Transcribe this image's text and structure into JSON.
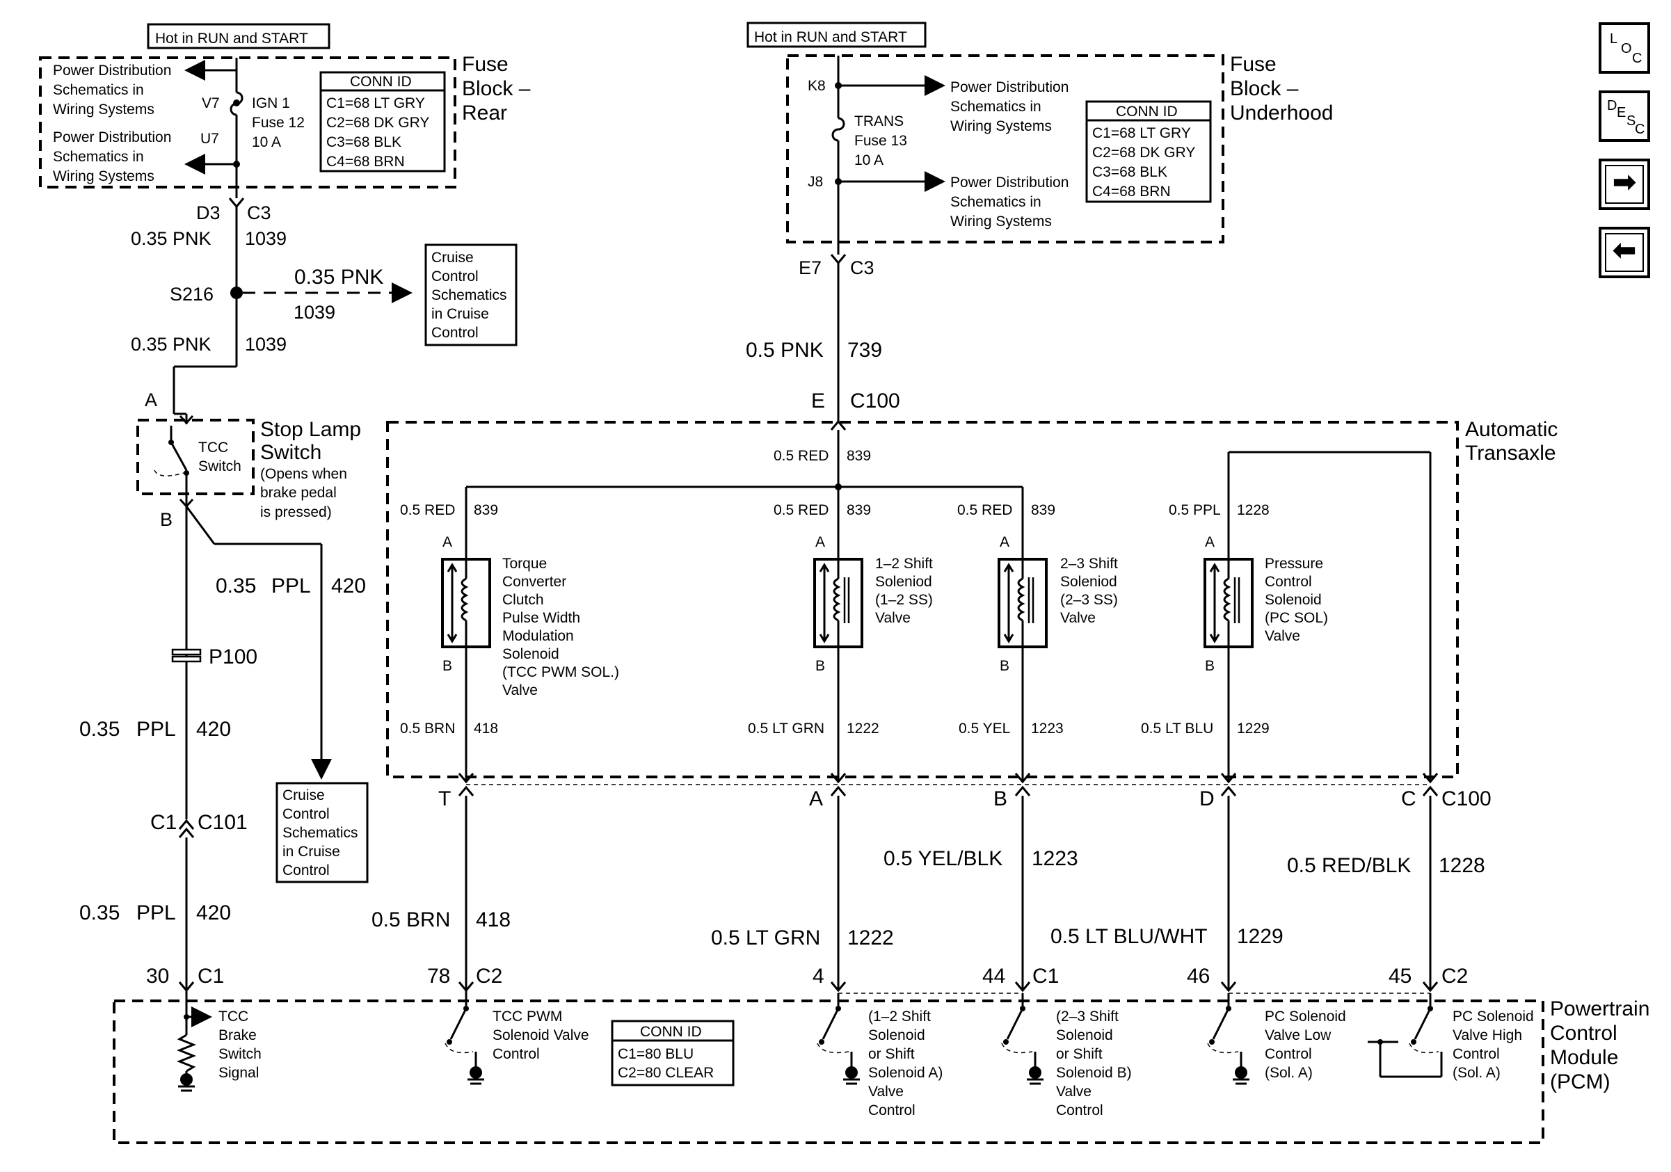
{
  "fuse_rear": {
    "hot_label": "Hot in RUN and START",
    "title_lines": [
      "Fuse",
      "Block –",
      "Rear"
    ],
    "pd1_lines": [
      "Power Distribution",
      "Schematics in",
      "Wiring Systems"
    ],
    "pd2_lines": [
      "Power Distribution",
      "Schematics in",
      "Wiring Systems"
    ],
    "pin_v7": "V7",
    "pin_u7": "U7",
    "fuse_lines": [
      "IGN 1",
      "Fuse 12",
      "10 A"
    ],
    "conn_title": "CONN ID",
    "conn_lines": [
      "C1=68 LT GRY",
      "C2=68 DK GRY",
      "C3=68 BLK",
      "C4=68 BRN"
    ],
    "out_pin": "D3",
    "out_conn": "C3"
  },
  "fuse_underhood": {
    "hot_label": "Hot in RUN and START",
    "title_lines": [
      "Fuse",
      "Block –",
      "Underhood"
    ],
    "pin_k8": "K8",
    "pin_j8": "J8",
    "pd1_lines": [
      "Power Distribution",
      "Schematics in",
      "Wiring Systems"
    ],
    "pd2_lines": [
      "Power Distribution",
      "Schematics in",
      "Wiring Systems"
    ],
    "fuse_lines": [
      "TRANS",
      "Fuse 13",
      "10 A"
    ],
    "conn_title": "CONN ID",
    "conn_lines": [
      "C1=68 LT GRY",
      "C2=68 DK GRY",
      "C3=68 BLK",
      "C4=68 BRN"
    ],
    "out_pin": "E7",
    "out_conn": "C3"
  },
  "left_circuit": {
    "w1_color": "0.35 PNK",
    "w1_num": "1039",
    "splice": "S216",
    "branch_color": "0.35 PNK",
    "branch_num": "1039",
    "cruise_box1_lines": [
      "Cruise",
      "Control",
      "Schematics",
      "in Cruise",
      "Control"
    ],
    "w2_color": "0.35 PNK",
    "w2_num": "1039",
    "pin_a": "A",
    "stop_lamp_title": [
      "Stop Lamp",
      "Switch"
    ],
    "stop_lamp_note": [
      "(Opens when",
      "brake pedal",
      "is pressed)"
    ],
    "tcc_switch": [
      "TCC",
      "Switch"
    ],
    "pin_b": "B",
    "w3_color": "0.35",
    "w3_color2": "PPL",
    "w3_num": "420",
    "cruise_box2_lines": [
      "Cruise",
      "Control",
      "Schematics",
      "in Cruise",
      "Control"
    ],
    "p100": "P100",
    "w4_color": "0.35",
    "w4_color2": "PPL",
    "w4_num": "420",
    "c1": "C1",
    "c101": "C101",
    "w5_color": "0.35",
    "w5_color2": "PPL",
    "w5_num": "420",
    "pcm_pin": "30",
    "pcm_conn": "C1"
  },
  "center_feed": {
    "wire_color": "0.5 PNK",
    "wire_num": "739",
    "pin": "E",
    "conn": "C100"
  },
  "transaxle": {
    "title_lines": [
      "Automatic",
      "Transaxle"
    ],
    "bus_color": "0.5 RED",
    "bus_num": "839",
    "solenoids": [
      {
        "top_color": "0.5 RED",
        "top_num": "839",
        "pin_top": "A",
        "pin_bot": "B",
        "label_lines": [
          "Torque",
          "Converter",
          "Clutch",
          "Pulse Width",
          "Modulation",
          "Solenoid",
          "(TCC PWM SOL.)",
          "Valve"
        ],
        "bot_color": "0.5 BRN",
        "bot_num": "418"
      },
      {
        "top_color": "0.5 RED",
        "top_num": "839",
        "pin_top": "A",
        "pin_bot": "B",
        "label_lines": [
          "1–2 Shift",
          "Soleniod",
          "(1–2 SS)",
          "Valve"
        ],
        "bot_color": "0.5 LT GRN",
        "bot_num": "1222"
      },
      {
        "top_color": "0.5 RED",
        "top_num": "839",
        "pin_top": "A",
        "pin_bot": "B",
        "label_lines": [
          "2–3 Shift",
          "Soleniod",
          "(2–3 SS)",
          "Valve"
        ],
        "bot_color": "0.5 YEL",
        "bot_num": "1223"
      },
      {
        "top_color": "0.5 PPL",
        "top_num": "1228",
        "pin_top": "A",
        "pin_bot": "B",
        "label_lines": [
          "Pressure",
          "Control",
          "Solenoid",
          "(PC SOL)",
          "Valve"
        ],
        "bot_color": "0.5 LT BLU",
        "bot_num": "1229"
      }
    ],
    "c100_pins": [
      "T",
      "A",
      "B",
      "D",
      "C"
    ],
    "c100_label": "C100"
  },
  "harness": {
    "w_brn_color": "0.5 BRN",
    "w_brn_num": "418",
    "w_ltgrn_color": "0.5 LT GRN",
    "w_ltgrn_num": "1222",
    "w_yelblk_color": "0.5 YEL/BLK",
    "w_yelblk_num": "1223",
    "w_ltbluwht_color": "0.5 LT BLU/WHT",
    "w_ltbluwht_num": "1229",
    "w_redblk_color": "0.5 RED/BLK",
    "w_redblk_num": "1228"
  },
  "pcm": {
    "title_lines": [
      "Powertrain",
      "Control",
      "Module",
      "(PCM)"
    ],
    "pins": [
      {
        "num": "78",
        "conn": "C2"
      },
      {
        "num": "4",
        "conn": ""
      },
      {
        "num": "44",
        "conn": "C1"
      },
      {
        "num": "46",
        "conn": ""
      },
      {
        "num": "45",
        "conn": "C2"
      }
    ],
    "tcc_brake_lines": [
      "TCC",
      "Brake",
      "Switch",
      "Signal"
    ],
    "tcc_pwm_lines": [
      "TCC PWM",
      "Solenoid Valve",
      "Control"
    ],
    "conn_title": "CONN ID",
    "conn_lines": [
      "C1=80 BLU",
      "C2=80 CLEAR"
    ],
    "ss12_lines": [
      "(1–2 Shift",
      "Solenoid",
      "or Shift",
      "Solenoid A)",
      "Valve",
      "Control"
    ],
    "ss23_lines": [
      "(2–3 Shift",
      "Solenoid",
      "or Shift",
      "Solenoid B)",
      "Valve",
      "Control"
    ],
    "pc_low_lines": [
      "PC Solenoid",
      "Valve Low",
      "Control",
      "(Sol. A)"
    ],
    "pc_high_lines": [
      "PC Solenoid",
      "Valve High",
      "Control",
      "(Sol. A)"
    ]
  },
  "nav": {
    "loc_l": "L",
    "loc_o": "O",
    "loc_c": "C",
    "desc_d": "D",
    "desc_e": "E",
    "desc_s": "S",
    "desc_c": "C",
    "next_arrow": "➡",
    "prev_arrow": "⬅"
  }
}
